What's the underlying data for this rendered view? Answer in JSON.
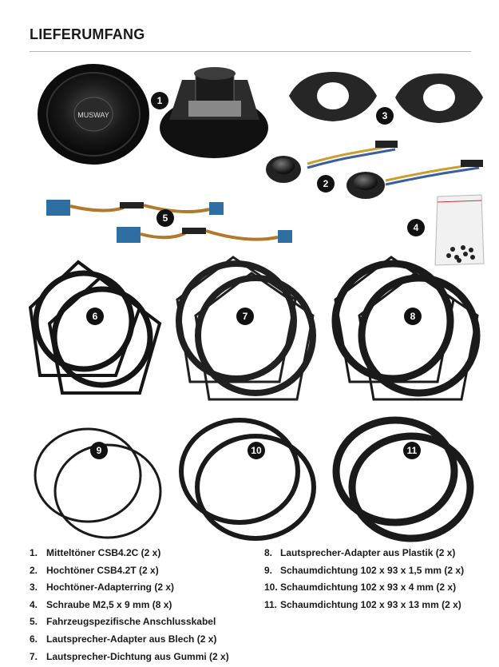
{
  "header": {
    "title": "LIEFERUMFANG"
  },
  "figure": {
    "tweeter_brand": "MUSWAY",
    "badges": [
      "1",
      "2",
      "3",
      "4",
      "5",
      "6",
      "7",
      "8",
      "9",
      "10",
      "11"
    ]
  },
  "items_left": [
    {
      "num": "1.",
      "text": "Mitteltöner CSB4.2C (2 x)"
    },
    {
      "num": "2.",
      "text": "Hochtöner CSB4.2T (2 x)"
    },
    {
      "num": "3.",
      "text": "Hochtöner-Adapterring (2 x)"
    },
    {
      "num": "4.",
      "text": "Schraube M2,5 x 9 mm (8 x)"
    },
    {
      "num": "5.",
      "text": "Fahrzeugspezifische Anschlusskabel"
    },
    {
      "num": "6.",
      "text": "Lautsprecher-Adapter aus Blech (2 x)"
    },
    {
      "num": "7.",
      "text": "Lautsprecher-Dichtung aus Gummi (2 x)"
    }
  ],
  "items_right": [
    {
      "num": "8.",
      "text": "Lautsprecher-Adapter aus Plastik (2 x)"
    },
    {
      "num": "9.",
      "text": "Schaumdichtung 102 x 93 x 1,5 mm (2 x)"
    },
    {
      "num": "10.",
      "text": "Schaumdichtung 102 x 93 x 4 mm (2 x)"
    },
    {
      "num": "11.",
      "text": "Schaumdichtung 102 x 93 x 13 mm (2 x)"
    }
  ]
}
